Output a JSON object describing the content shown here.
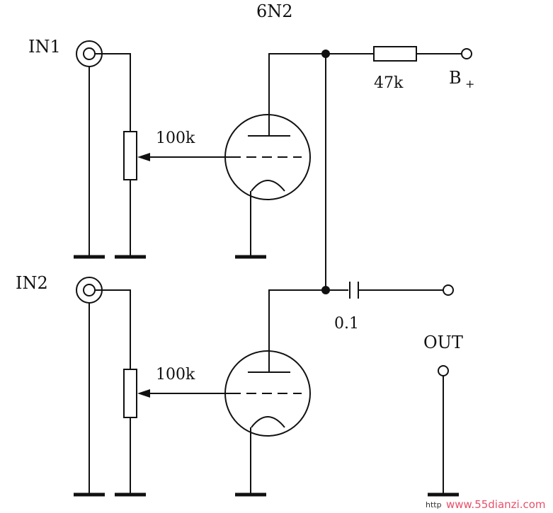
{
  "labels": {
    "tube": "6N2",
    "in1": "IN1",
    "in2": "IN2",
    "pot1": "100k",
    "pot2": "100k",
    "r_load": "47k",
    "b_plus": "B",
    "b_plus_sub": "+",
    "cap": "0.1",
    "out": "OUT"
  },
  "watermark": {
    "text": "www.55dianzi.com",
    "prefix": "http"
  },
  "colors": {
    "line": "#111111",
    "watermark": "#e8506a"
  }
}
